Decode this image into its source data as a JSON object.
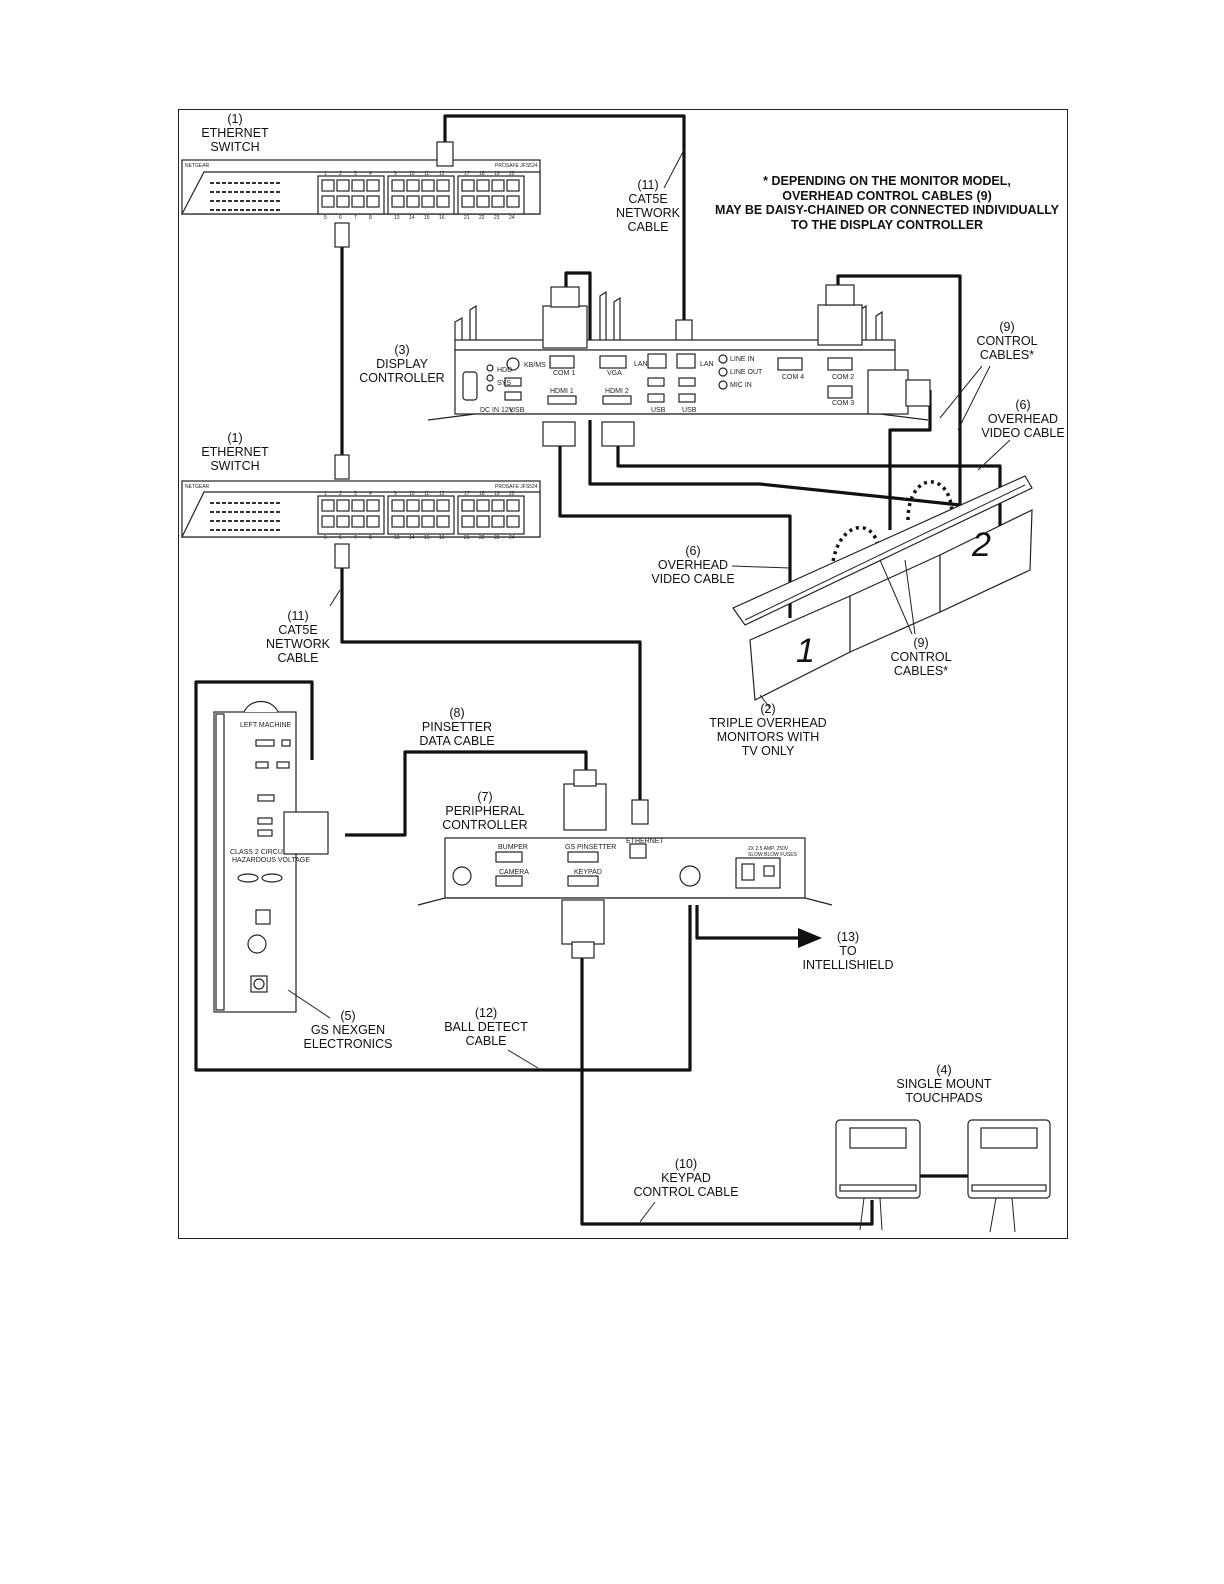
{
  "note": {
    "lines": [
      "* DEPENDING ON THE MONITOR MODEL,",
      "OVERHEAD CONTROL CABLES (9)",
      "MAY BE DAISY-CHAINED OR CONNECTED INDIVIDUALLY",
      "TO THE DISPLAY CONTROLLER"
    ]
  },
  "labels": {
    "switch_top": [
      "(1)",
      "ETHERNET",
      "SWITCH"
    ],
    "switch_bottom": [
      "(1)",
      "ETHERNET",
      "SWITCH"
    ],
    "cat5e_top": [
      "(11)",
      "CAT5E",
      "NETWORK",
      "CABLE"
    ],
    "cat5e_bottom": [
      "(11)",
      "CAT5E",
      "NETWORK",
      "CABLE"
    ],
    "display_controller": [
      "(3)",
      "DISPLAY",
      "CONTROLLER"
    ],
    "control_cables_top": [
      "(9)",
      "CONTROL",
      "CABLES*"
    ],
    "overhead_video_right": [
      "(6)",
      "OVERHEAD",
      "VIDEO CABLE"
    ],
    "overhead_video_mid": [
      "(6)",
      "OVERHEAD",
      "VIDEO CABLE"
    ],
    "control_cables_bottom": [
      "(9)",
      "CONTROL",
      "CABLES*"
    ],
    "monitors": [
      "(2)",
      "TRIPLE OVERHEAD",
      "MONITORS WITH",
      "TV ONLY"
    ],
    "pinsetter_cable": [
      "(8)",
      "PINSETTER",
      "DATA CABLE"
    ],
    "peripheral_controller": [
      "(7)",
      "PERIPHERAL",
      "CONTROLLER"
    ],
    "intellishield": [
      "(13)",
      "TO",
      "INTELLISHIELD"
    ],
    "nexgen": [
      "(5)",
      "GS NEXGEN",
      "ELECTRONICS"
    ],
    "ball_detect": [
      "(12)",
      "BALL DETECT",
      "CABLE"
    ],
    "touchpads": [
      "(4)",
      "SINGLE MOUNT",
      "TOUCHPADS"
    ],
    "keypad_cable": [
      "(10)",
      "KEYPAD",
      "CONTROL CABLE"
    ]
  },
  "device_text": {
    "switch_brand": "NETGEAR",
    "switch_model": "PROSAFE  JFS524",
    "port_numbers": [
      "1",
      "2",
      "3",
      "4",
      "5",
      "6",
      "7",
      "8",
      "9",
      "10",
      "11",
      "12",
      "13",
      "14",
      "15",
      "16",
      "17",
      "18",
      "19",
      "20",
      "21",
      "22",
      "23",
      "24"
    ],
    "dc_ports": [
      "KB/MS",
      "COM 1",
      "VGA",
      "LAN",
      "LAN",
      "LINE IN",
      "LINE OUT",
      "MIC IN",
      "COM 4",
      "COM 2",
      "COM 3",
      "HDMI 1",
      "HDMI 2",
      "USB",
      "USB",
      "USB",
      "DC IN 12V",
      "HDD",
      "SYS"
    ],
    "pc_ports": [
      "BUMPER",
      "GS PINSETTER",
      "ETHERNET",
      "CAMERA",
      "KEYPAD",
      "2X 2.5 AMP, 250V",
      "SLOW BLOW FUSES"
    ],
    "nexgen_title": "LEFT MACHINE",
    "nexgen_warning": [
      "CLASS 2 CIRCUITS",
      "HAZARDOUS VOLTAGE"
    ],
    "monitor_numbers": [
      "1",
      "2"
    ]
  }
}
